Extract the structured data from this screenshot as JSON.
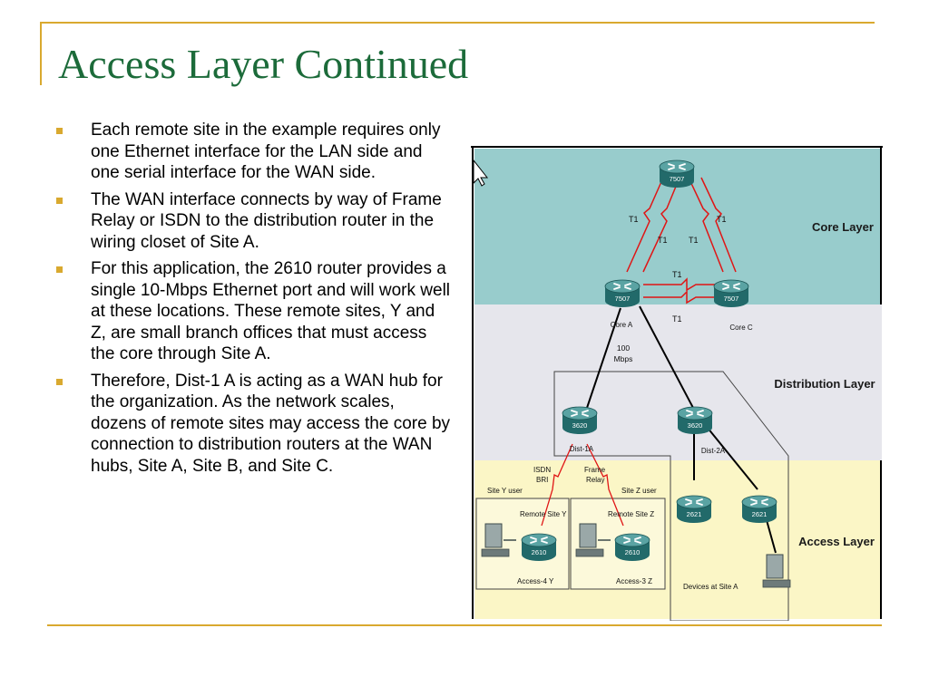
{
  "title": "Access Layer Continued",
  "bullets": [
    "Each remote site in the example requires only one Ethernet interface for the LAN side and one serial interface for the WAN side.",
    "The WAN interface connects by way of Frame Relay or ISDN to the distribution router in the wiring closet of Site A.",
    " For this application, the 2610 router provides a single 10-Mbps Ethernet port and will work well at these locations. These remote sites, Y and Z, are small branch offices that must access the core through Site A.",
    "Therefore, Dist-1 A is acting as a WAN hub for the organization. As the network scales, dozens of remote sites may access the core by connection to distribution routers at the WAN hubs, Site A, Site B, and Site C."
  ],
  "diagram": {
    "layers": {
      "core": "Core Layer",
      "distribution": "Distribution Layer",
      "access": "Access Layer"
    },
    "routers": {
      "core_top": "7507",
      "core_a": "7507",
      "core_c": "7507",
      "dist_1a": "3620",
      "dist_2a": "3620",
      "remote_y": "2610",
      "remote_z": "2610",
      "site_a_1": "2621",
      "site_a_2": "2621"
    },
    "router_labels": {
      "core_a": "Core A",
      "core_c": "Core C",
      "dist_1a": "Dist-1A",
      "dist_2a": "Dist-2A"
    },
    "links": {
      "t1": "T1",
      "speed_line1": "100",
      "speed_line2": "Mbps",
      "isdn_line1": "ISDN",
      "isdn_line2": "BRI",
      "frame_line1": "Frame",
      "frame_line2": "Relay"
    },
    "sites": {
      "site_y_user": "Site Y user",
      "site_z_user": "Site Z user",
      "remote_site_y": "Remote Site Y",
      "remote_site_z": "Remote Site Z",
      "access_4y": "Access-4 Y",
      "access_3z": "Access-3 Z",
      "devices_site_a": "Devices at Site A"
    },
    "colors": {
      "core_band": "#98cccc",
      "distribution_band": "#e6e6ec",
      "access_band": "#fbf6c6",
      "router": "#2f7d7d",
      "wan_link": "#e01515"
    }
  }
}
